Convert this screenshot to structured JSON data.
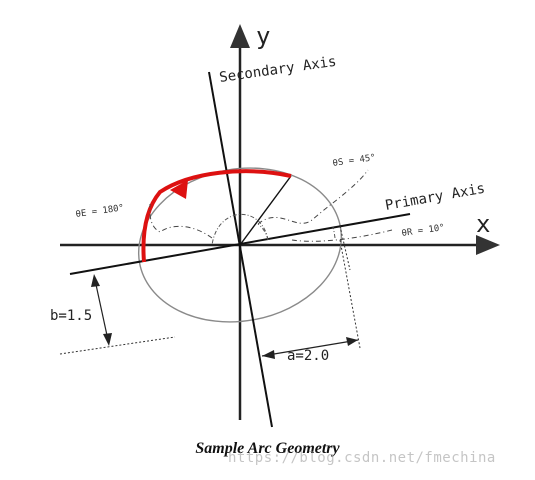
{
  "labels": {
    "y_axis": "y",
    "x_axis": "x",
    "secondary_axis": "Secondary Axis",
    "primary_axis": "Primary Axis",
    "theta_s": "θS = 45°",
    "theta_e": "θE = 180°",
    "theta_r": "θR = 10°",
    "b_label": "b=1.5",
    "a_label": "a=2.0"
  },
  "caption": "Sample Arc Geometry",
  "watermark": "https://blog.csdn.net/fmechina",
  "colors": {
    "arc": "#dd1111",
    "axes": "#222222",
    "ellipse": "#888888"
  }
}
